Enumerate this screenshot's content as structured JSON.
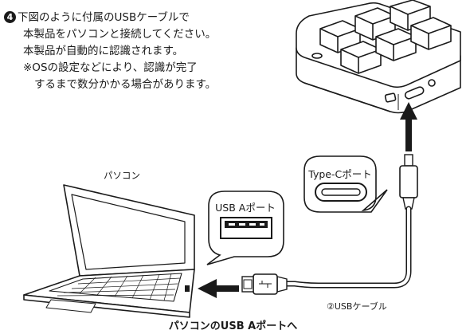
{
  "instructions": {
    "step_number": "4",
    "lines": [
      "下図のように付属のUSBケーブルで",
      "本製品をパソコンと接続してください。",
      "本製品が自動的に認識されます。",
      "※OSの設定などにより、認識が完了",
      "するまで数分かかる場合があります。"
    ]
  },
  "labels": {
    "pc": "パソコン",
    "usb_a_port": "USB Aポート",
    "typec_port": "Type-Cポート",
    "cable": "②USBケーブル",
    "bottom": "パソコンのUSB Aポートへ"
  }
}
